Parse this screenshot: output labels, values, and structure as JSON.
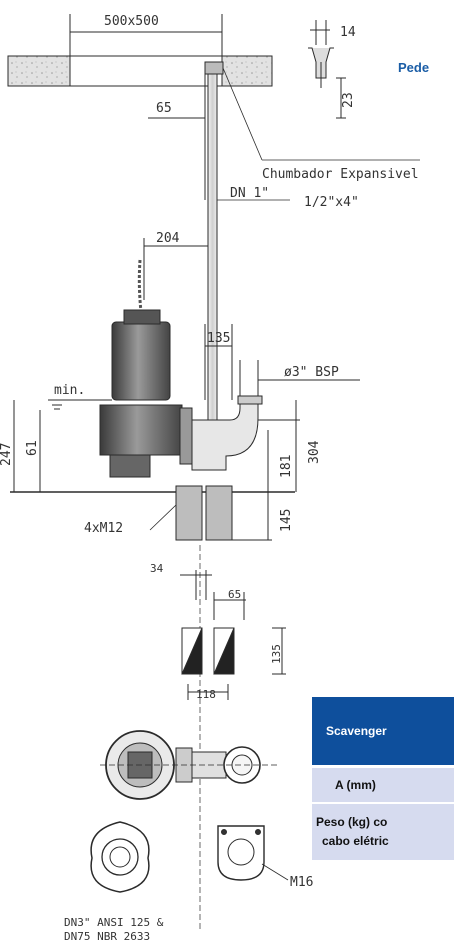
{
  "colors": {
    "accent": "#1a5da6",
    "table_header": "#0e4f9c",
    "table_row": "#d6dbef",
    "line": "#2b2b2b",
    "concrete": "#d8d8d8"
  },
  "header": {
    "partial_title": "Pede"
  },
  "dimensions": {
    "pit_opening": "500x500",
    "bolt_width": "14",
    "bolt_height": "23",
    "offset_top": "65",
    "anchor_label": "Chumbador Expansivel",
    "anchor_size": "1/2\"x4\"",
    "pipe_dn": "DN 1\"",
    "cable_offset": "204",
    "discharge_offset": "135",
    "discharge_size": "ø3\" BSP",
    "min_level_label": "min.",
    "total_height": "247",
    "min_level": "61",
    "outlet_height": "304",
    "foot_height": "181",
    "base_height": "145",
    "foot_bolts": "4xM12",
    "rail_gap": "34",
    "rail_width": "65",
    "rail_height": "135",
    "rail_span": "118",
    "flange_bolt": "M16",
    "flange_spec_1": "DN3\" ANSI 125 &",
    "flange_spec_2": "DN75 NBR 2633"
  },
  "table": {
    "header": "Scavenger",
    "row_a": "A (mm)",
    "row_weight_1": "Peso (kg) co",
    "row_weight_2": "cabo elétric"
  }
}
